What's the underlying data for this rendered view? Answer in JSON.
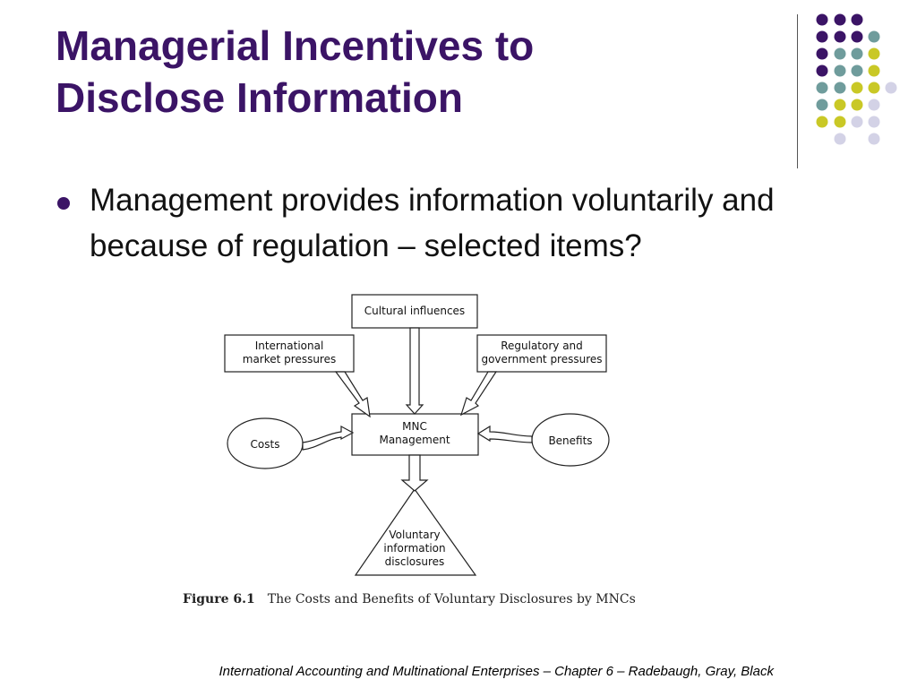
{
  "slide": {
    "title_lines": [
      "Managerial Incentives to",
      "Disclose Information"
    ],
    "bullets": [
      "Management provides information voluntarily and because of regulation – selected items?"
    ],
    "footer": "International Accounting and Multinational Enterprises – Chapter 6 – Radebaugh, Gray, Black"
  },
  "theme": {
    "title_color": "#3b1466",
    "bullet_color": "#3b1466",
    "dot_colors": {
      "purple": "#3b1466",
      "teal": "#6f9c9c",
      "yellow": "#c9c826",
      "lavender": "#d3d2e6"
    }
  },
  "diagram": {
    "nodes": {
      "cultural": [
        "Cultural influences"
      ],
      "international": [
        "International",
        "market pressures"
      ],
      "regulatory": [
        "Regulatory and",
        "government pressures"
      ],
      "costs": [
        "Costs"
      ],
      "benefits": [
        "Benefits"
      ],
      "management": [
        "MNC",
        "Management"
      ],
      "disclosures": [
        "Voluntary",
        "information",
        "disclosures"
      ]
    },
    "caption_label": "Figure 6.1",
    "caption_text": "The Costs and Benefits of Voluntary Disclosures by MNCs"
  }
}
